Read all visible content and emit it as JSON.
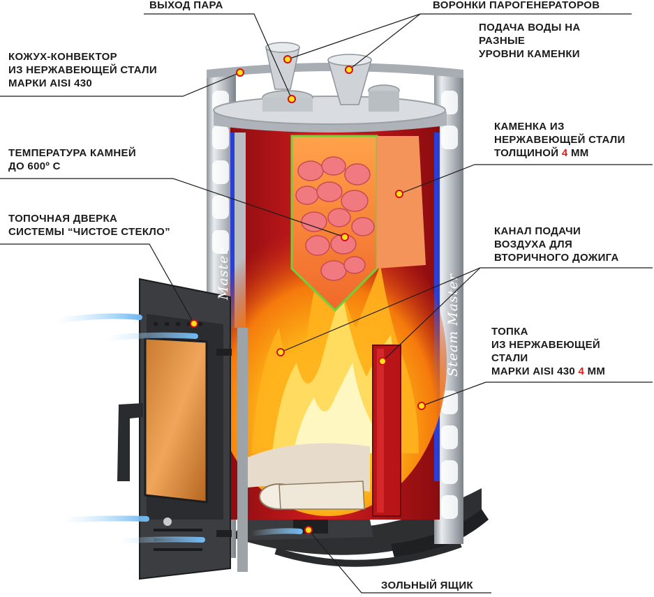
{
  "labels": {
    "steam_outlet": "ВЫХОД ПАРА",
    "steam_funnels": "ВОРОНКИ ПАРОГЕНЕРАТОРОВ",
    "water_supply": [
      "ПОДАЧА ВОДЫ НА",
      "РАЗНЫЕ",
      "УРОВНИ КАМЕНКИ"
    ],
    "casing": [
      "КОЖУХ-КОНВЕКТОР",
      "ИЗ НЕРЖАВЕЮЩЕЙ СТАЛИ",
      "МАРКИ AISI 430"
    ],
    "stone_temp": [
      "ТЕМПЕРАТУРА КАМНЕЙ",
      "ДО 600º С"
    ],
    "door": [
      "ТОПОЧНАЯ ДВЕРКА",
      "СИСТЕМЫ “ЧИСТОЕ СТЕКЛО”"
    ],
    "heater": {
      "line1": "КАМЕНКА ИЗ",
      "line2": "НЕРЖАВЕЮЩЕЙ СТАЛИ",
      "line3_pre": "ТОЛЩИНОЙ ",
      "line3_value": "4",
      "line3_post": " ММ"
    },
    "air_channel": [
      "КАНАЛ ПОДАЧИ",
      "ВОЗДУХА ДЛЯ",
      "ВТОРИЧНОГО ДОЖИГА"
    ],
    "firebox": {
      "line1": "ТОПКА",
      "line2": "ИЗ НЕРЖАВЕЮЩЕЙ",
      "line3": "СТАЛИ",
      "line4_pre": "МАРКИ AISI 430 ",
      "line4_value": "4",
      "line4_post": " ММ"
    },
    "ash_box": "ЗОЛЬНЫЙ ЯЩИК"
  },
  "brand": {
    "side_text_right": "Steam Master",
    "side_text_left": "Master"
  },
  "colors": {
    "text": "#1b1b1b",
    "accent_red": "#e11b1b",
    "firebox_red": "#c2161a",
    "steel": "#c9cdd2",
    "stones": "#f07a80",
    "heater_frame": "#6fd13a",
    "marker_yellow": "#ffe01a"
  }
}
